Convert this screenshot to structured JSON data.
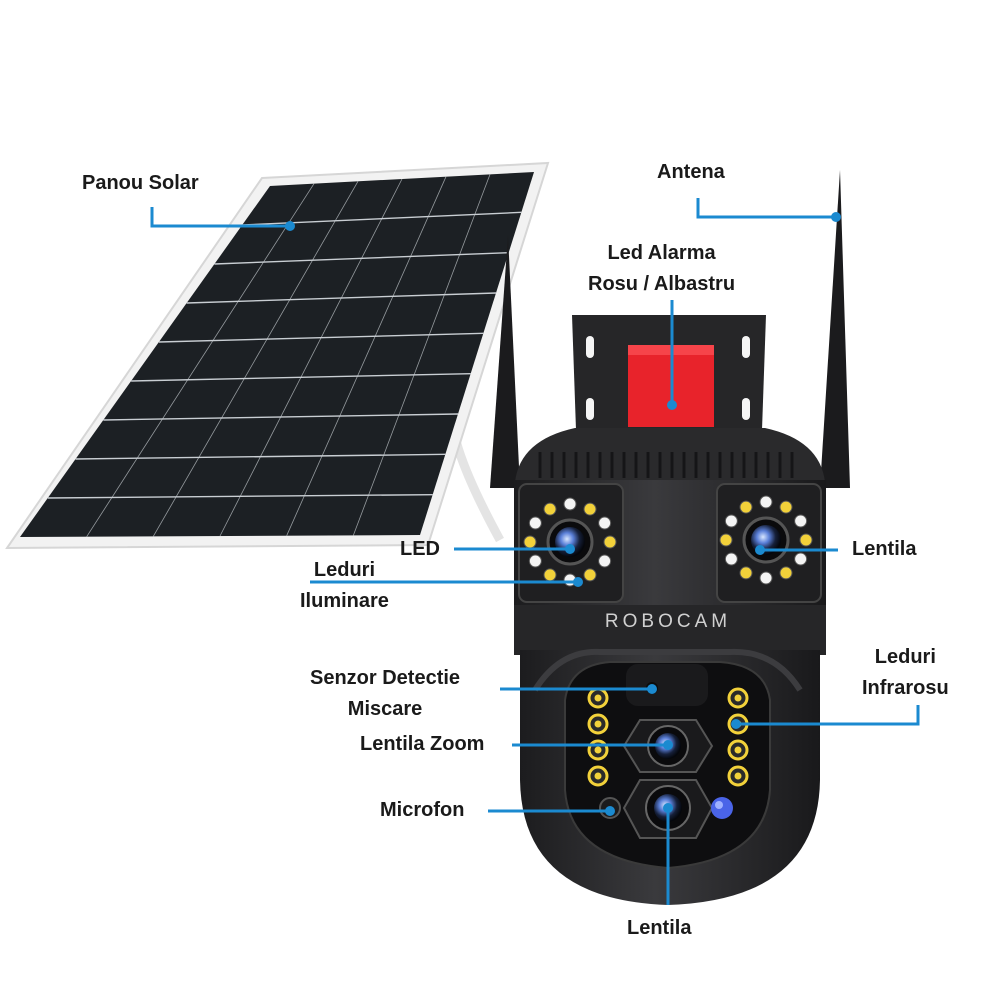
{
  "brand": {
    "name": "ROBOCAM"
  },
  "colors": {
    "callout": "#1b8ad0",
    "camera_body": "#2a2a2c",
    "alarm_led": "#e8232b",
    "solar_cell": "#1e2226",
    "led_warm": "#f2d13a",
    "ir_led": "#4a64e8"
  },
  "labels": {
    "panou_solar": "Panou Solar",
    "antena": "Antena",
    "led_alarma_1": "Led Alarma",
    "led_alarma_2": "Rosu / Albastru",
    "led": "LED",
    "leduri_iluminare_1": "Leduri",
    "leduri_iluminare_2": "Iluminare",
    "lentila_right": "Lentila",
    "leduri_infrarosu_1": "Leduri",
    "leduri_infrarosu_2": "Infrarosu",
    "senzor_1": "Senzor Detectie",
    "senzor_2": "Miscare",
    "lentila_zoom": "Lentila Zoom",
    "microfon": "Microfon",
    "lentila_bottom": "Lentila"
  }
}
